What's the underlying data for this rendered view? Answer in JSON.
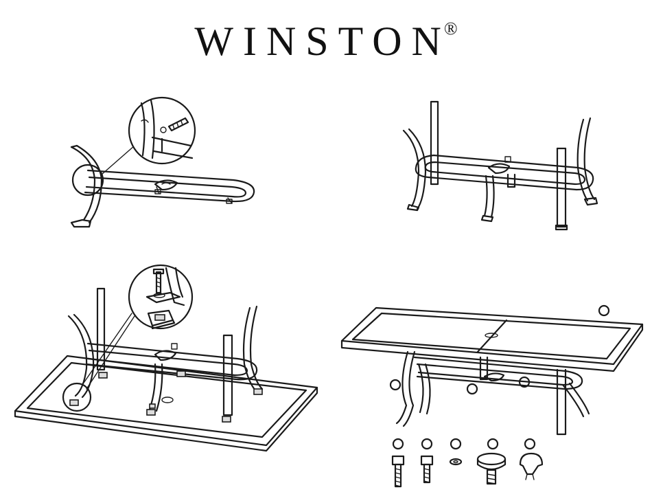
{
  "brand": {
    "name": "WINSTON",
    "mark": "®"
  },
  "steps": [
    {
      "id": 1,
      "description_icon": "attach-leg-to-frame-detail-icon"
    },
    {
      "id": 2,
      "description_icon": "all-legs-attached-icon"
    },
    {
      "id": 3,
      "description_icon": "install-feet-on-inverted-frame-icon"
    },
    {
      "id": 4,
      "description_icon": "assembled-table-icon"
    }
  ],
  "parts": [
    {
      "name": "long-bolt-icon"
    },
    {
      "name": "short-bolt-icon"
    },
    {
      "name": "washer-icon"
    },
    {
      "name": "leveler-glide-icon"
    },
    {
      "name": "cap-icon"
    }
  ],
  "colors": {
    "line": "#1a1a1a",
    "background": "#ffffff"
  }
}
